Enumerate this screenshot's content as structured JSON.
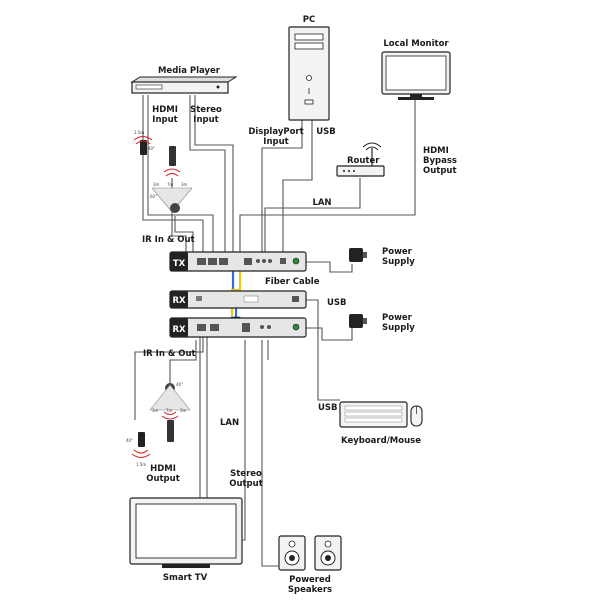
{
  "labels": {
    "pc": "PC",
    "local_monitor": "Local Monitor",
    "media_player": "Media Player",
    "hdmi_input": [
      "HDMI",
      "Input"
    ],
    "stereo_input": [
      "Stereo",
      "Input"
    ],
    "displayport_input": [
      "DisplayPort",
      "Input"
    ],
    "usb_pc": "USB",
    "hdmi_bypass_output": [
      "HDMI",
      "Bypass",
      "Output"
    ],
    "router": "Router",
    "lan_top": "LAN",
    "ir_in_out_top": "IR In & Out",
    "tx": "TX",
    "power_supply_tx": [
      "Power",
      "Supply"
    ],
    "fiber_cable": "Fiber Cable",
    "rx_1": "RX",
    "rx_2": "RX",
    "usb_rx": "USB",
    "power_supply_rx": [
      "Power",
      "Supply"
    ],
    "ir_in_out_bottom": "IR In & Out",
    "usb_keyboard": "USB",
    "keyboard_mouse": "Keyboard/Mouse",
    "lan_bottom": "LAN",
    "hdmi_output": [
      "HDMI",
      "Output"
    ],
    "stereo_output": [
      "Stereo",
      "Output"
    ],
    "smart_tv": "Smart TV",
    "powered_speakers": [
      "Powered",
      "Speakers"
    ]
  },
  "ir_zone": {
    "distance_top": "1.5m",
    "angle_top": "40°",
    "distances": [
      "3m",
      "7m",
      "3m"
    ],
    "angle_side": "60°"
  },
  "colors": {
    "line": "#555555",
    "fiber_blue": "#2a6fdb",
    "fiber_yellow": "#e8c81a",
    "ir_red": "#d42020",
    "dark": "#222222",
    "panel": "#e6e6e6"
  }
}
